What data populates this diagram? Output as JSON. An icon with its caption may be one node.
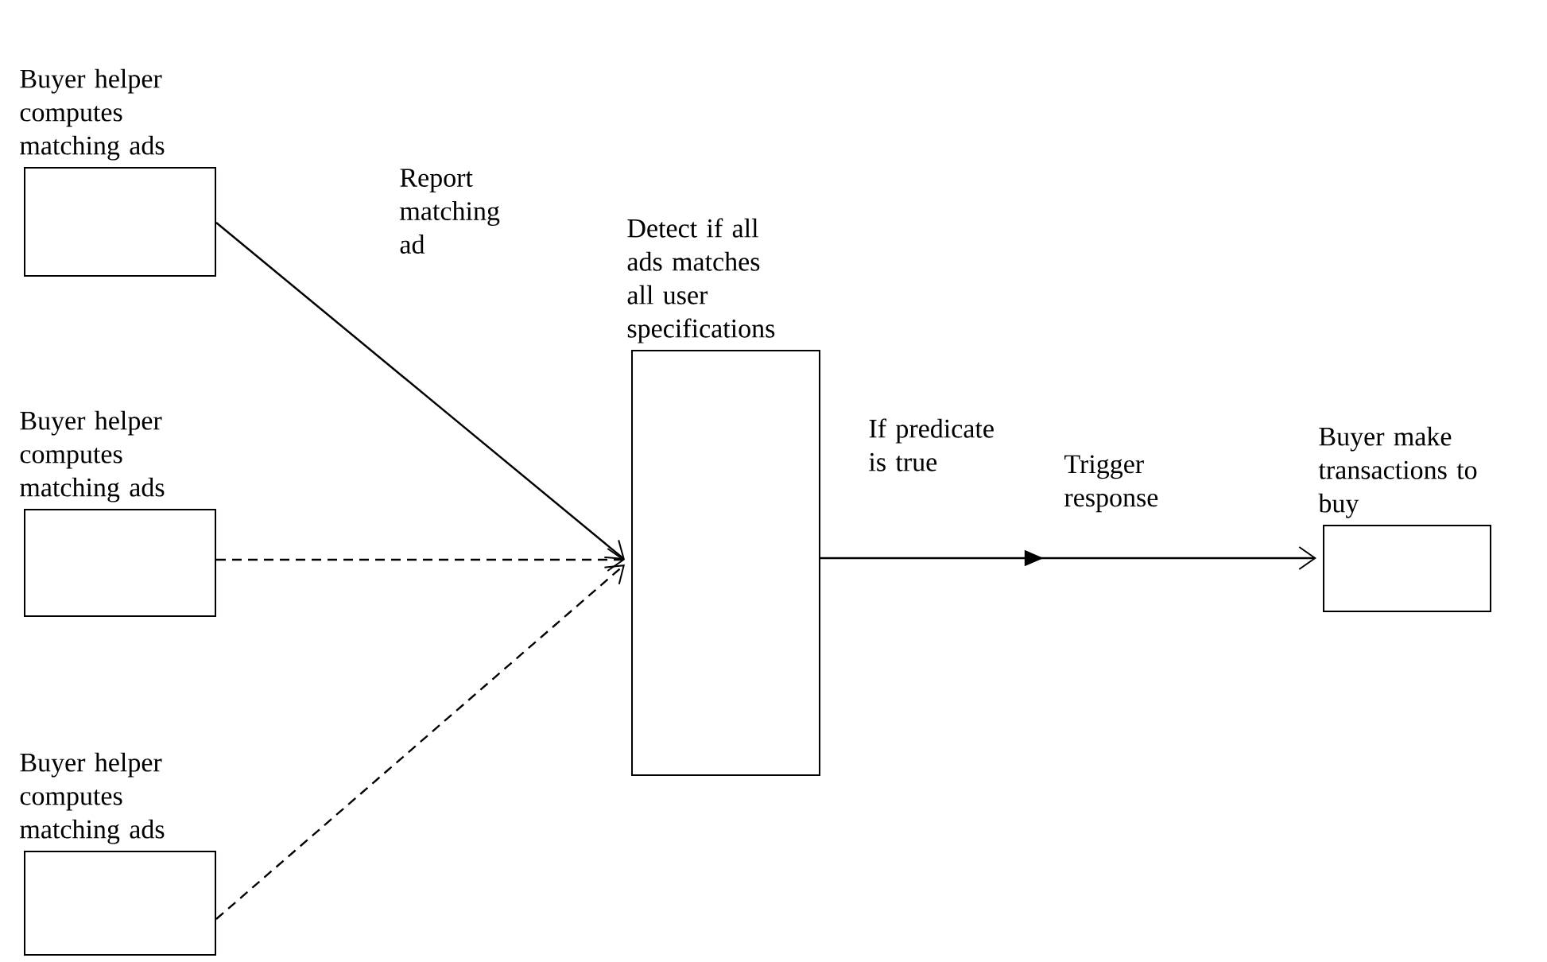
{
  "diagram": {
    "nodes": [
      {
        "text": [
          "Buyer helper computes matching ads"
        ]
      },
      {
        "text": [
          "Buyer helper computes matching ads"
        ]
      },
      {
        "text": [
          "Buyer helper computes matching ads"
        ]
      },
      {
        "text": [
          "Detect if all ads matches all user specifications"
        ]
      },
      {
        "text": [
          "Buyer make transactions to buy"
        ]
      }
    ],
    "edges": [
      {
        "from": 0,
        "to": 3,
        "arrow": "to",
        "label": "Report matching ad"
      },
      {
        "from": 1,
        "to": 3,
        "arrow": "to",
        "style": "dashed"
      },
      {
        "from": 2,
        "to": 3,
        "arrow": "to",
        "style": "dashed"
      },
      {
        "from": 3,
        "to": 4,
        "arrow": "to",
        "label": "If predicate is true"
      }
    ],
    "labels": [
      "Trigger response"
    ]
  }
}
